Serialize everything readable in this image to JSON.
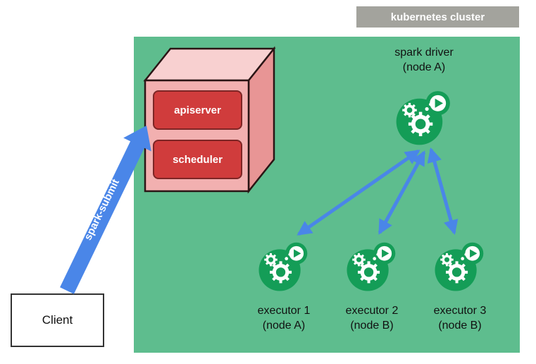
{
  "colors": {
    "cluster_bg": "#5ebd8e",
    "badge_bg": "#a3a39d",
    "cube_front": "#f2b0b0",
    "cube_top": "#f8d0d0",
    "cube_side": "#e89595",
    "cube_outline": "#2b1515",
    "component_bg": "#d03c3c",
    "arrow_blue": "#4a86e8",
    "pod_green": "#149d57"
  },
  "badge": {
    "label": "kubernetes cluster"
  },
  "control_plane": {
    "apiserver": "apiserver",
    "scheduler": "scheduler"
  },
  "driver": {
    "title": "spark driver",
    "subtitle": "(node A)"
  },
  "executors": [
    {
      "title": "executor 1",
      "subtitle": "(node A)"
    },
    {
      "title": "executor 2",
      "subtitle": "(node B)"
    },
    {
      "title": "executor 3",
      "subtitle": "(node B)"
    }
  ],
  "client": {
    "label": "Client"
  },
  "spark_submit": {
    "label": "spark-submit"
  }
}
